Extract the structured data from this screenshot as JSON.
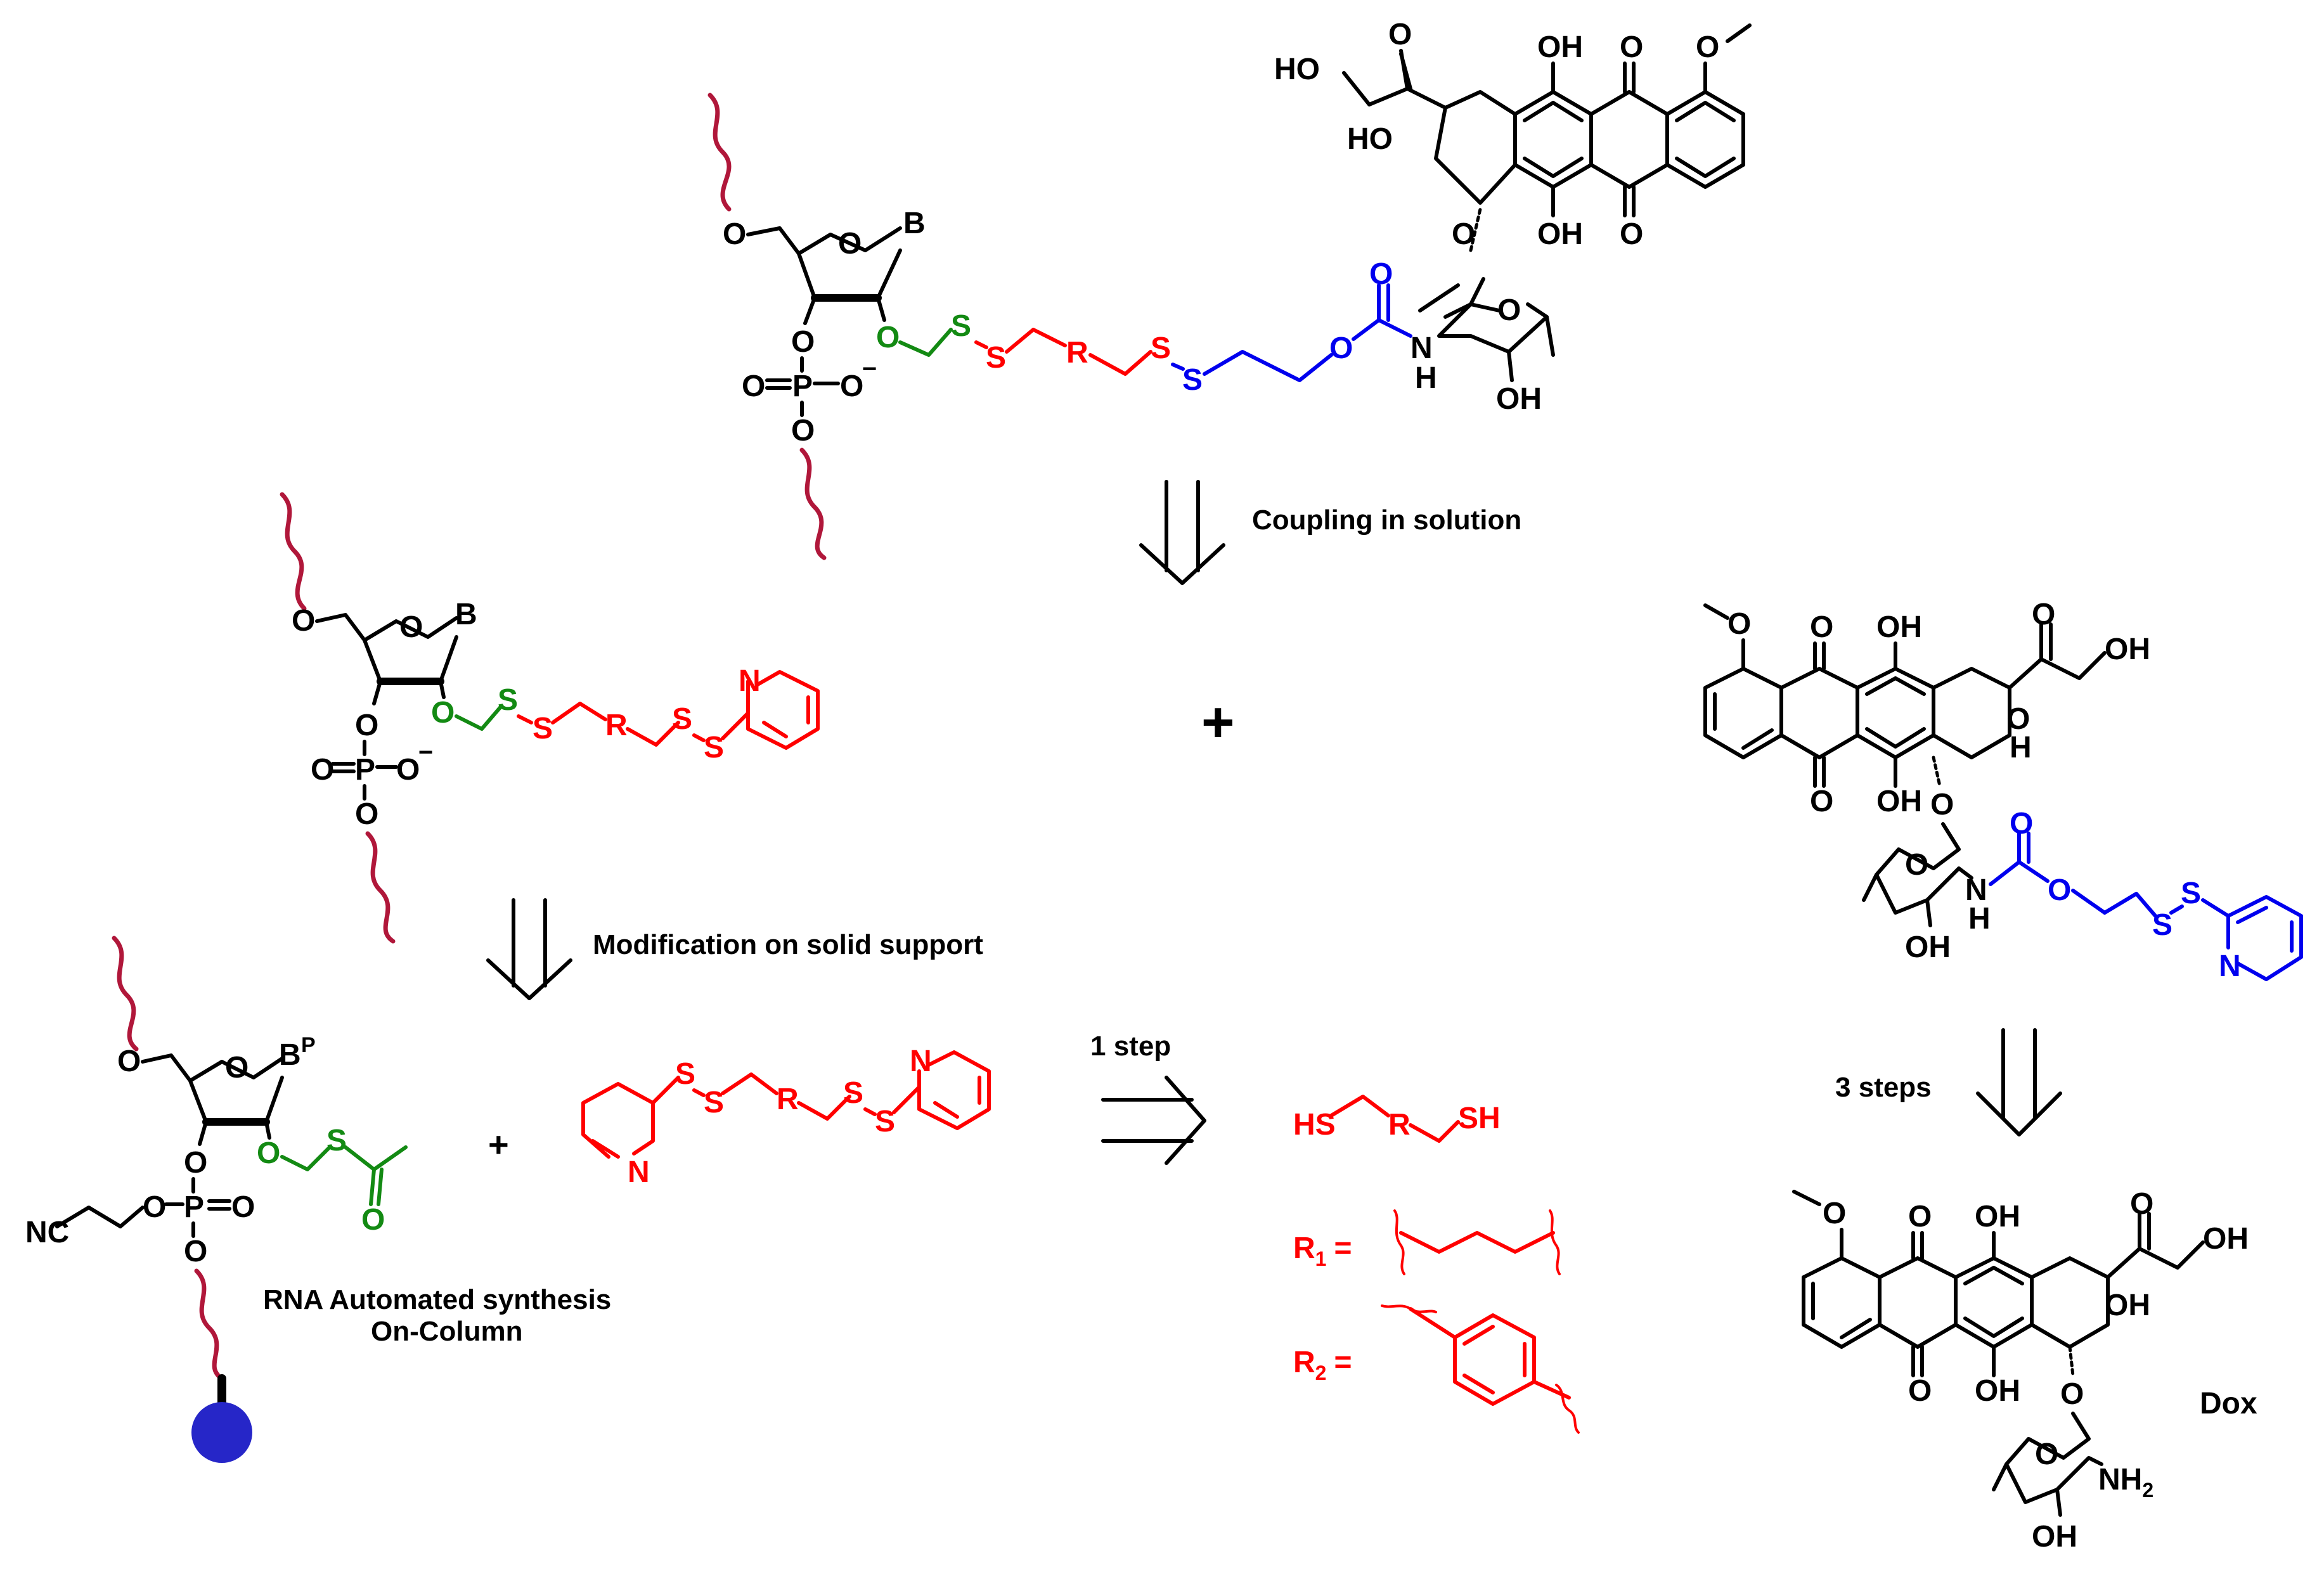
{
  "colors": {
    "black": "#000000",
    "red": "#ff0000",
    "green": "#138a13",
    "blue": "#0000ee",
    "dark_red": "#b0173a",
    "bead": "#2626c8"
  },
  "arrows": {
    "coupling_label": "Coupling in solution",
    "modification_label": "Modification on solid support",
    "one_step_label": "1 step",
    "three_steps_label": "3 steps"
  },
  "symbols": {
    "plus": "+"
  },
  "rna_synthesis": {
    "line1": "RNA Automated synthesis",
    "line2": "On-Column"
  },
  "dox_label": "Dox",
  "r_definitions": {
    "r1": "R",
    "r1_sub": "1",
    "r2": "R",
    "r2_sub": "2",
    "equals": "="
  },
  "atoms": {
    "O": "O",
    "B": "B",
    "BP_B": "B",
    "BP_P": "P",
    "P": "P",
    "S": "S",
    "N": "N",
    "R": "R",
    "OH": "OH",
    "HO": "HO",
    "H": "H",
    "O_minus": "O",
    "minus": "−",
    "NC": "NC",
    "HS": "HS",
    "SH": "SH",
    "NH2": "NH",
    "NH2_sub": "2"
  }
}
